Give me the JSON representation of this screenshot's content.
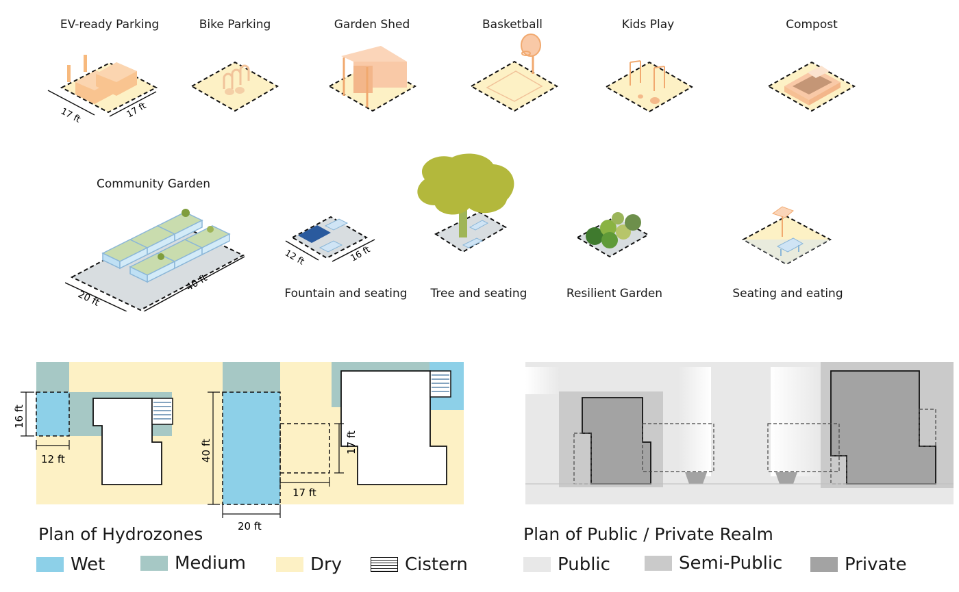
{
  "amenities": {
    "ev_parking": {
      "label": "EV-ready Parking",
      "dim_a": "17 ft",
      "dim_b": "17 ft"
    },
    "bike_parking": {
      "label": "Bike Parking"
    },
    "garden_shed": {
      "label": "Garden Shed"
    },
    "basketball": {
      "label": "Basketball"
    },
    "kids_play": {
      "label": "Kids Play"
    },
    "compost": {
      "label": "Compost"
    },
    "community_garden": {
      "label": "Community Garden",
      "dim_a": "20 ft",
      "dim_b": "40 ft"
    },
    "fountain": {
      "label": "Fountain and seating",
      "dim_a": "12 ft",
      "dim_b": "16 ft"
    },
    "tree": {
      "label": "Tree and seating"
    },
    "resilient_garden": {
      "label": "Resilient Garden"
    },
    "seating_eating": {
      "label": "Seating and eating"
    }
  },
  "hydro_plan": {
    "title": "Plan of Hydrozones",
    "dims": {
      "d16": "16 ft",
      "d12": "12 ft",
      "d40": "40 ft",
      "d20": "20 ft",
      "d17v": "17 ft",
      "d17h": "17 ft"
    },
    "legend": [
      {
        "label": "Wet",
        "color": "#8dd0e8"
      },
      {
        "label": "Medium",
        "color": "#a6c8c5"
      },
      {
        "label": "Dry",
        "color": "#fdf1c5"
      },
      {
        "label": "Cistern",
        "color": "#ffffff"
      }
    ]
  },
  "realm_plan": {
    "title": "Plan of Public / Private Realm",
    "legend": [
      {
        "label": "Public",
        "color": "#e8e8e8"
      },
      {
        "label": "Semi-Public",
        "color": "#cacaca"
      },
      {
        "label": "Private",
        "color": "#a3a3a3"
      }
    ]
  }
}
